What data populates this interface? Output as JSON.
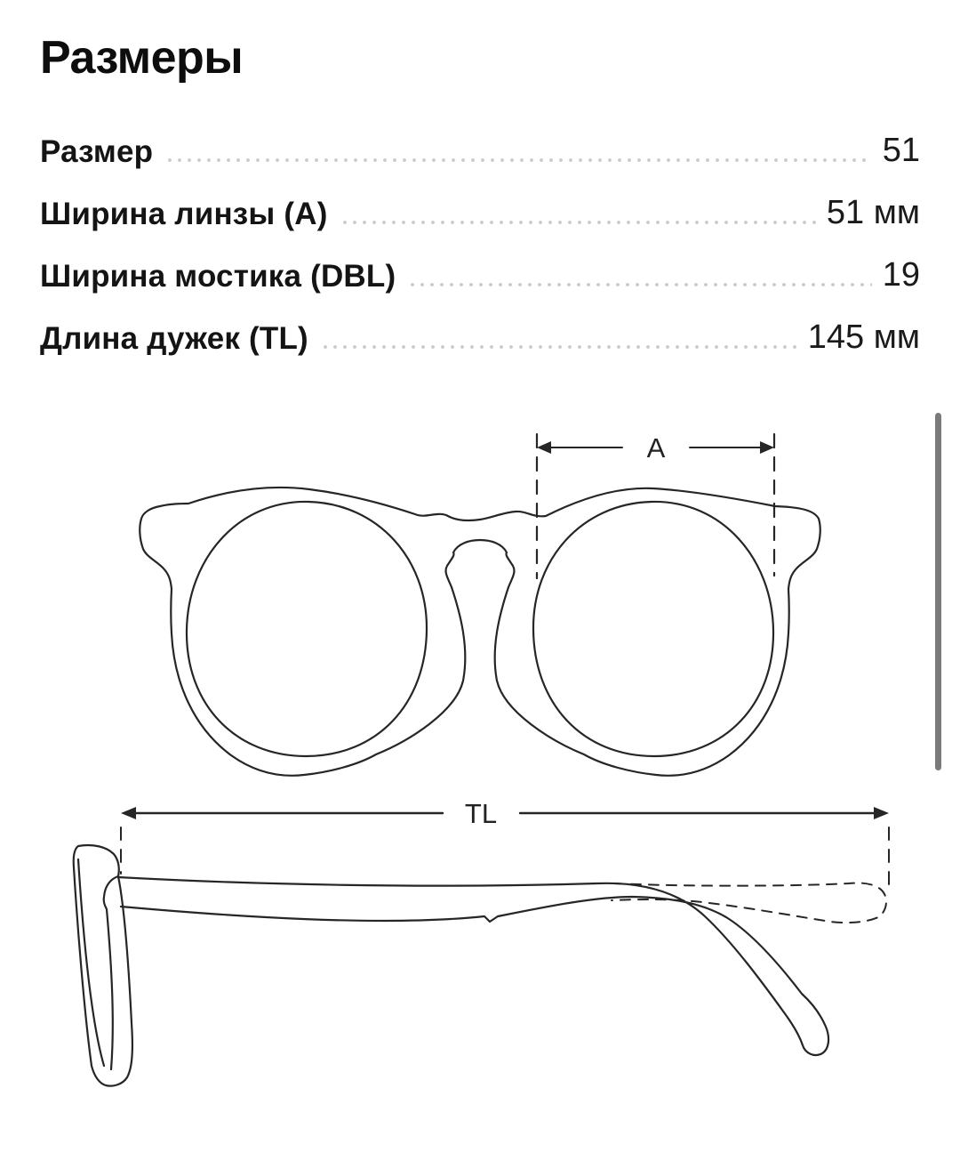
{
  "page": {
    "title": "Размеры"
  },
  "specs": {
    "rows": [
      {
        "label": "Размер",
        "value": "51"
      },
      {
        "label": "Ширина линзы (A)",
        "value": "51 мм"
      },
      {
        "label": "Ширина мостика (DBL)",
        "value": "19"
      },
      {
        "label": "Длина дужек (TL)",
        "value": "145 мм"
      }
    ]
  },
  "diagram": {
    "front_dim_label": "A",
    "side_dim_label": "TL"
  },
  "colors": {
    "ink": "#262626",
    "leader_dot": "#cccccc",
    "scrollbar": "#7a7a7a"
  }
}
